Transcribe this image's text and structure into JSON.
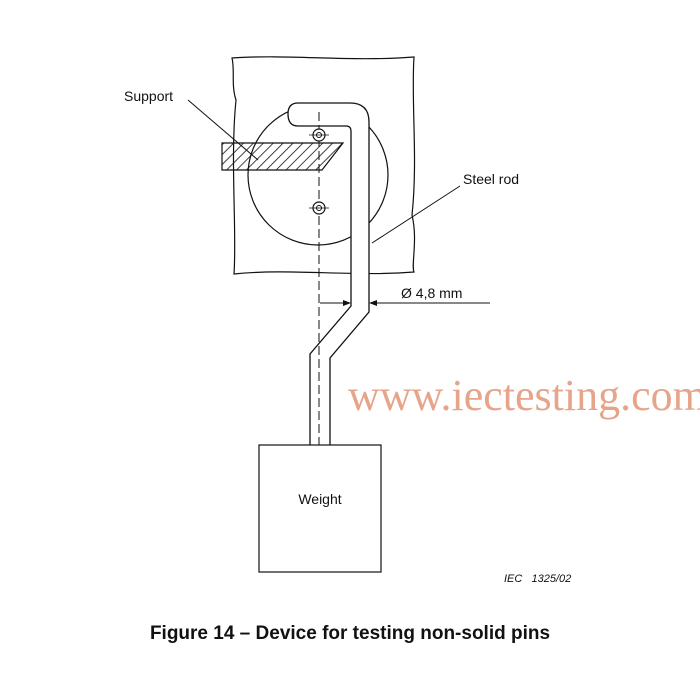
{
  "labels": {
    "support": "Support",
    "steel_rod": "Steel rod",
    "diameter": "Ø 4,8 mm",
    "weight": "Weight"
  },
  "reference": "IEC   1325/02",
  "watermark": "www.iectesting.com",
  "caption": "Figure 14 – Device for testing non-solid pins",
  "colors": {
    "line": "#111111",
    "watermark": "#e6a58a"
  }
}
